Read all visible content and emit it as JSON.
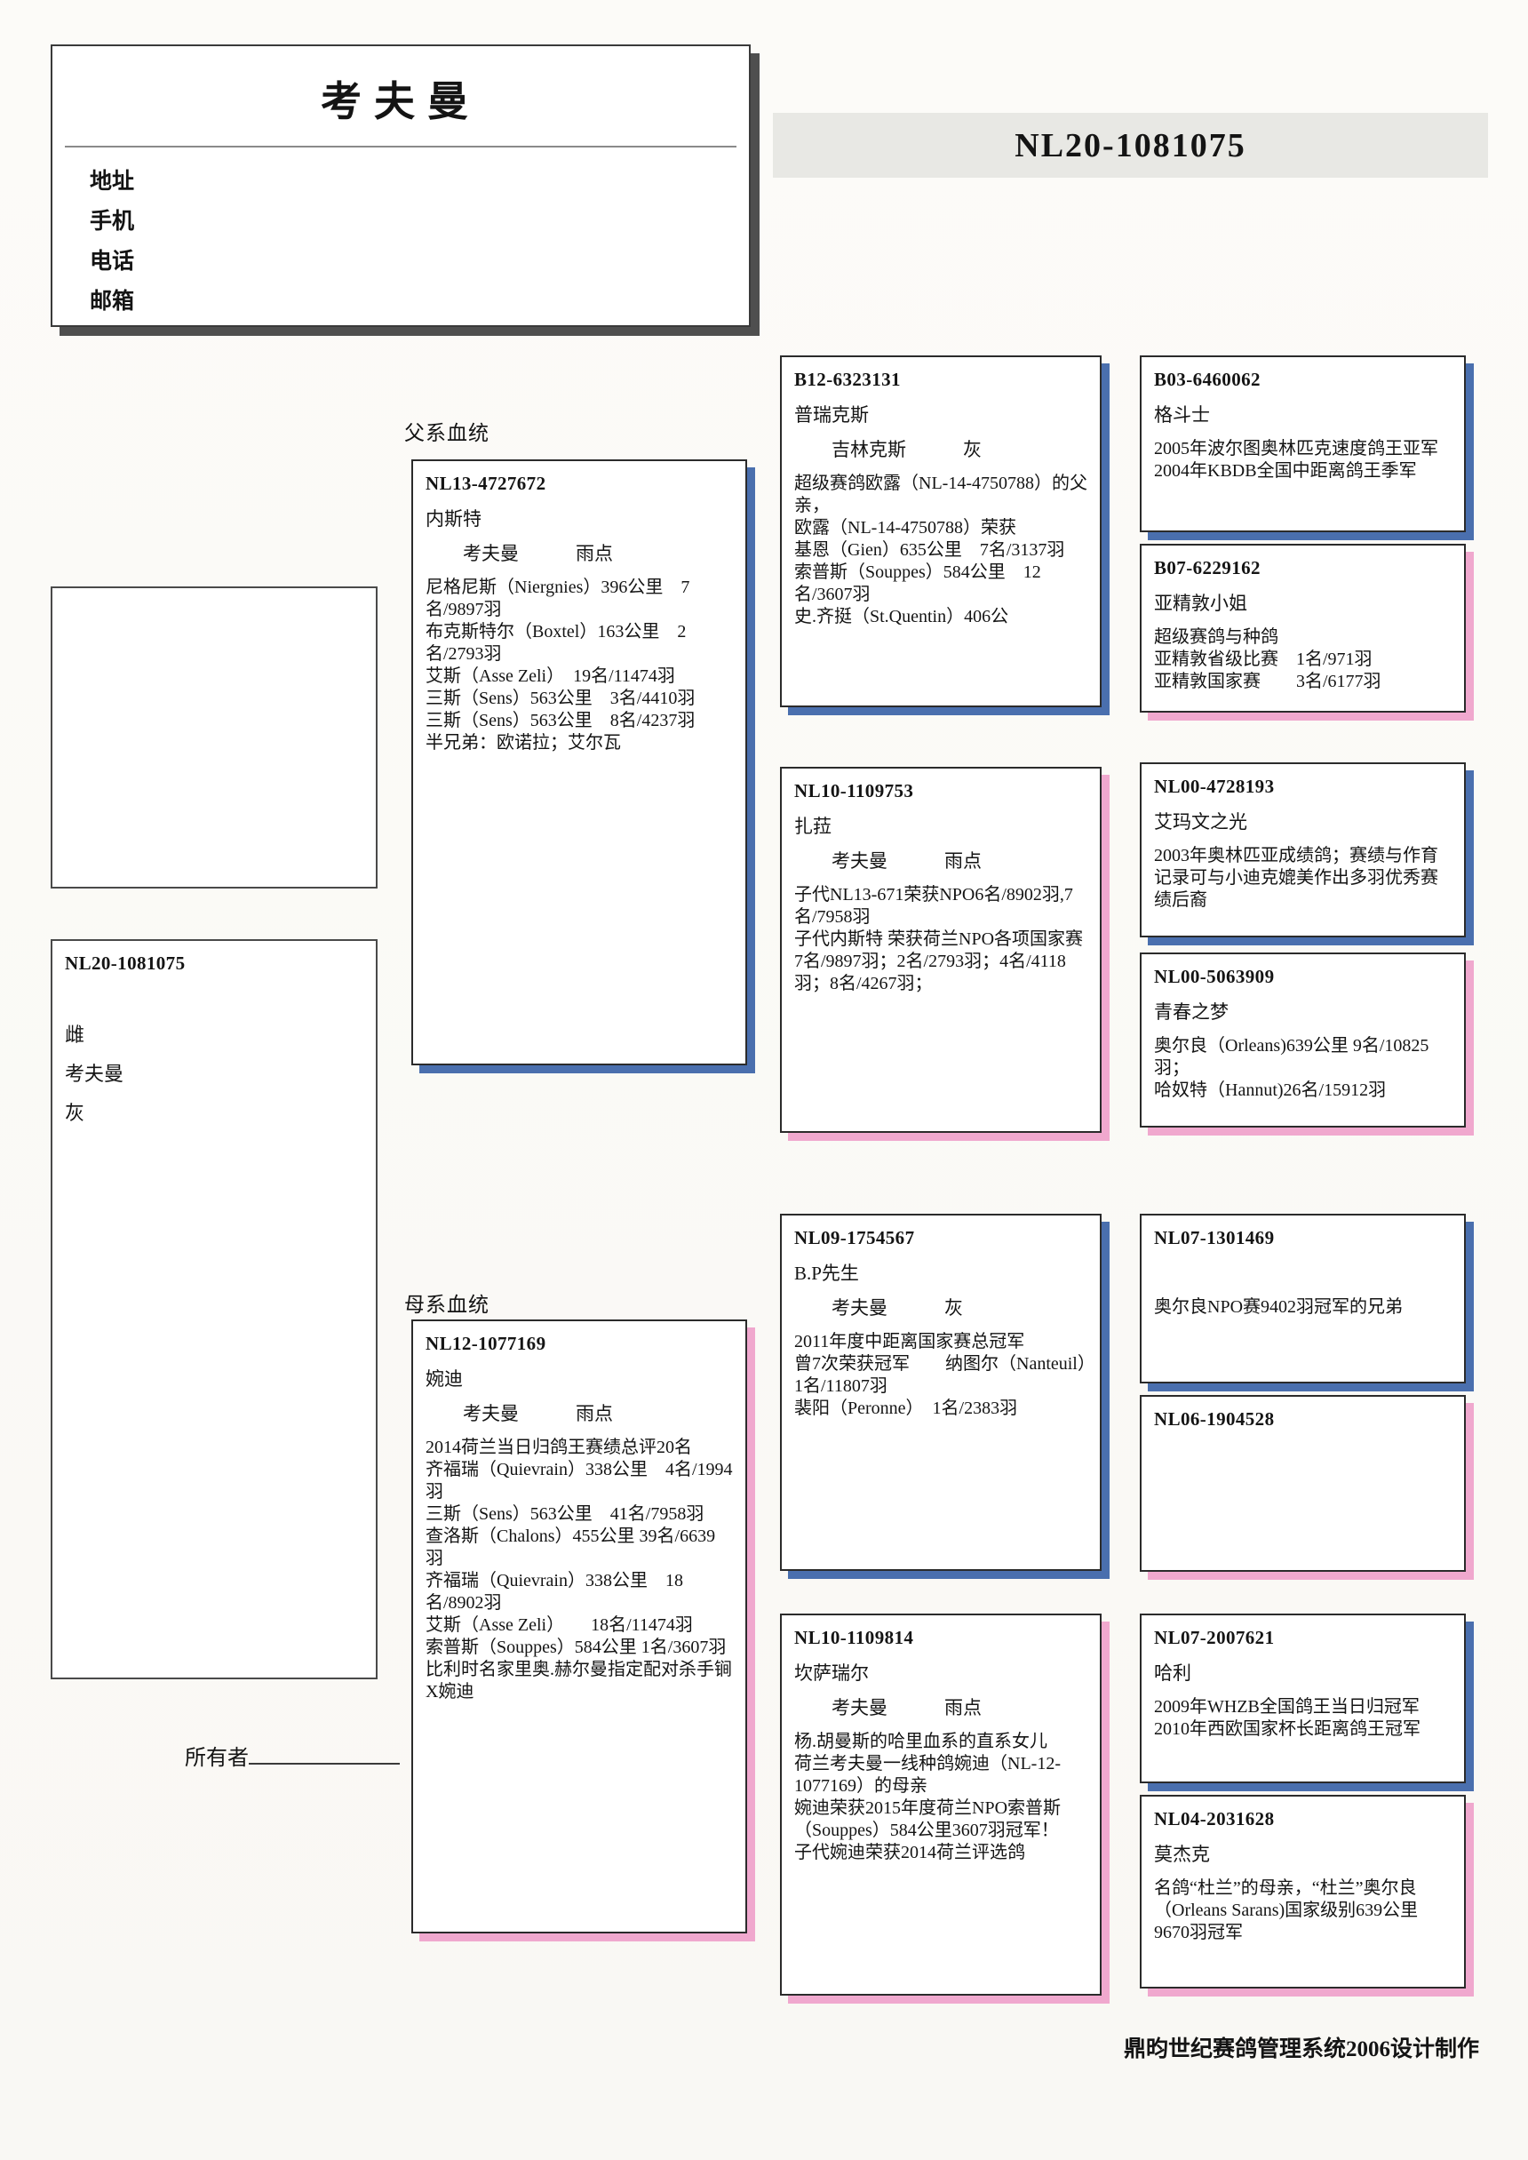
{
  "header": {
    "ring": "NL20-1081075"
  },
  "owner_card": {
    "title": "考夫曼",
    "fields": [
      "地址",
      "手机",
      "电话",
      "邮箱"
    ]
  },
  "labels": {
    "paternal": "父系血统",
    "maternal": "母系血统",
    "owner": "所有者"
  },
  "colors": {
    "sire_shadow": "#4a6fae",
    "dam_shadow": "#f0a8ce",
    "header_bar": "#e8e8e4"
  },
  "subject": {
    "ring": "NL20-1081075",
    "sex": "雌",
    "strain": "考夫曼",
    "color": "灰"
  },
  "father": {
    "ring": "NL13-4727672",
    "name": "内斯特",
    "strain": "考夫曼",
    "color": "雨点",
    "details": [
      "尼格尼斯（Niergnies）396公里　7名/9897羽",
      "布克斯特尔（Boxtel）163公里　2名/2793羽",
      "艾斯（Asse Zeli）　19名/11474羽",
      "三斯（Sens）563公里　3名/4410羽",
      "三斯（Sens）563公里　8名/4237羽",
      "半兄弟：欧诺拉；艾尔瓦"
    ]
  },
  "mother": {
    "ring": "NL12-1077169",
    "name": "婉迪",
    "strain": "考夫曼",
    "color": "雨点",
    "details": [
      "2014荷兰当日归鸽王赛绩总评20名",
      "齐福瑞（Quievrain）338公里　4名/1994羽",
      "三斯（Sens）563公里　41名/7958羽",
      "查洛斯（Chalons）455公里 39名/6639羽",
      "齐福瑞（Quievrain）338公里　18名/8902羽",
      "艾斯（Asse Zeli）　　18名/11474羽",
      "索普斯（Souppes）584公里 1名/3607羽",
      "比利时名家里奥.赫尔曼指定配对杀手锏X婉迪"
    ]
  },
  "grandparents": {
    "paternal_sire": {
      "ring": "B12-6323131",
      "name": "普瑞克斯",
      "strain": "吉林克斯",
      "color": "灰",
      "details": [
        "超级赛鸽欧露（NL-14-4750788）的父亲，",
        "欧露（NL-14-4750788）荣获",
        "基恩（Gien）635公里　7名/3137羽",
        "索普斯（Souppes）584公里　12名/3607羽",
        "史.齐挺（St.Quentin）406公"
      ]
    },
    "paternal_dam": {
      "ring": "NL10-1109753",
      "name": "扎菈",
      "strain": "考夫曼",
      "color": "雨点",
      "details": [
        "子代NL13-671荣获NPO6名/8902羽,7名/7958羽",
        "子代内斯特 荣获荷兰NPO各项国家赛7名/9897羽；2名/2793羽；4名/4118羽；8名/4267羽；"
      ]
    },
    "maternal_sire": {
      "ring": "NL09-1754567",
      "name": "B.P先生",
      "strain": "考夫曼",
      "color": "灰",
      "details": [
        "2011年度中距离国家赛总冠军",
        "曾7次荣获冠军　　纳图尔（Nanteuil）1名/11807羽",
        "裴阳（Peronne）　1名/2383羽"
      ]
    },
    "maternal_dam": {
      "ring": "NL10-1109814",
      "name": "坎萨瑞尔",
      "strain": "考夫曼",
      "color": "雨点",
      "details": [
        "杨.胡曼斯的哈里血系的直系女儿",
        "荷兰考夫曼一线种鸽婉迪（NL-12-1077169）的母亲",
        "婉迪荣获2015年度荷兰NPO索普斯（Souppes）584公里3607羽冠军！",
        "子代婉迪荣获2014荷兰评选鸽"
      ]
    }
  },
  "great_grandparents": [
    {
      "ring": "B03-6460062",
      "name": "格斗士",
      "details": [
        "2005年波尔图奥林匹克速度鸽王亚军",
        "2004年KBDB全国中距离鸽王季军"
      ]
    },
    {
      "ring": "B07-6229162",
      "name": "亚精敦小姐",
      "details": [
        "超级赛鸽与种鸽",
        "亚精敦省级比赛　1名/971羽",
        "亚精敦国家赛　　3名/6177羽"
      ]
    },
    {
      "ring": "NL00-4728193",
      "name": "艾玛文之光",
      "details": [
        "2003年奥林匹亚成绩鸽；赛绩与作育记录可与小迪克媲美作出多羽优秀赛绩后裔"
      ]
    },
    {
      "ring": "NL00-5063909",
      "name": "青春之梦",
      "details": [
        "奥尔良（Orleans)639公里 9名/10825羽；",
        "哈奴特（Hannut)26名/15912羽"
      ]
    },
    {
      "ring": "NL07-1301469",
      "name": "",
      "details": [
        "奥尔良NPO赛9402羽冠军的兄弟"
      ]
    },
    {
      "ring": "NL06-1904528",
      "name": "",
      "details": []
    },
    {
      "ring": "NL07-2007621",
      "name": "哈利",
      "details": [
        "2009年WHZB全国鸽王当日归冠军",
        "2010年西欧国家杯长距离鸽王冠军"
      ]
    },
    {
      "ring": "NL04-2031628",
      "name": "莫杰克",
      "details": [
        "名鸽“杜兰”的母亲，“杜兰”奥尔良（Orleans Sarans)国家级别639公里9670羽冠军"
      ]
    }
  ],
  "footer": {
    "credit": "鼎昀世纪赛鸽管理系统2006设计制作"
  }
}
